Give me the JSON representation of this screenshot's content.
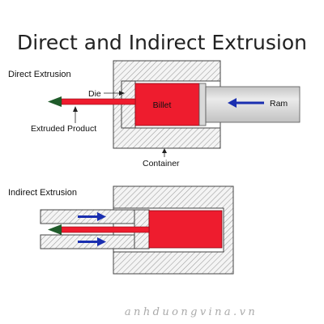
{
  "title": "Direct and Indirect Extrusion",
  "sections": {
    "direct": "Direct Extrusion",
    "indirect": "Indirect Extrusion"
  },
  "labels": {
    "die": "Die",
    "billet": "Billet",
    "ram": "Ram",
    "extruded_product": "Extruded Product",
    "container": "Container"
  },
  "watermark": "anhduongvina.vn",
  "colors": {
    "billet": "#ee1c2e",
    "arrow_blue": "#1a2fb0",
    "arrow_green": "#1f5b2a",
    "hatch_bg": "#f4f4f4",
    "hatch_line": "#9a9a9a",
    "ram_gray": "#d4d4d4"
  }
}
